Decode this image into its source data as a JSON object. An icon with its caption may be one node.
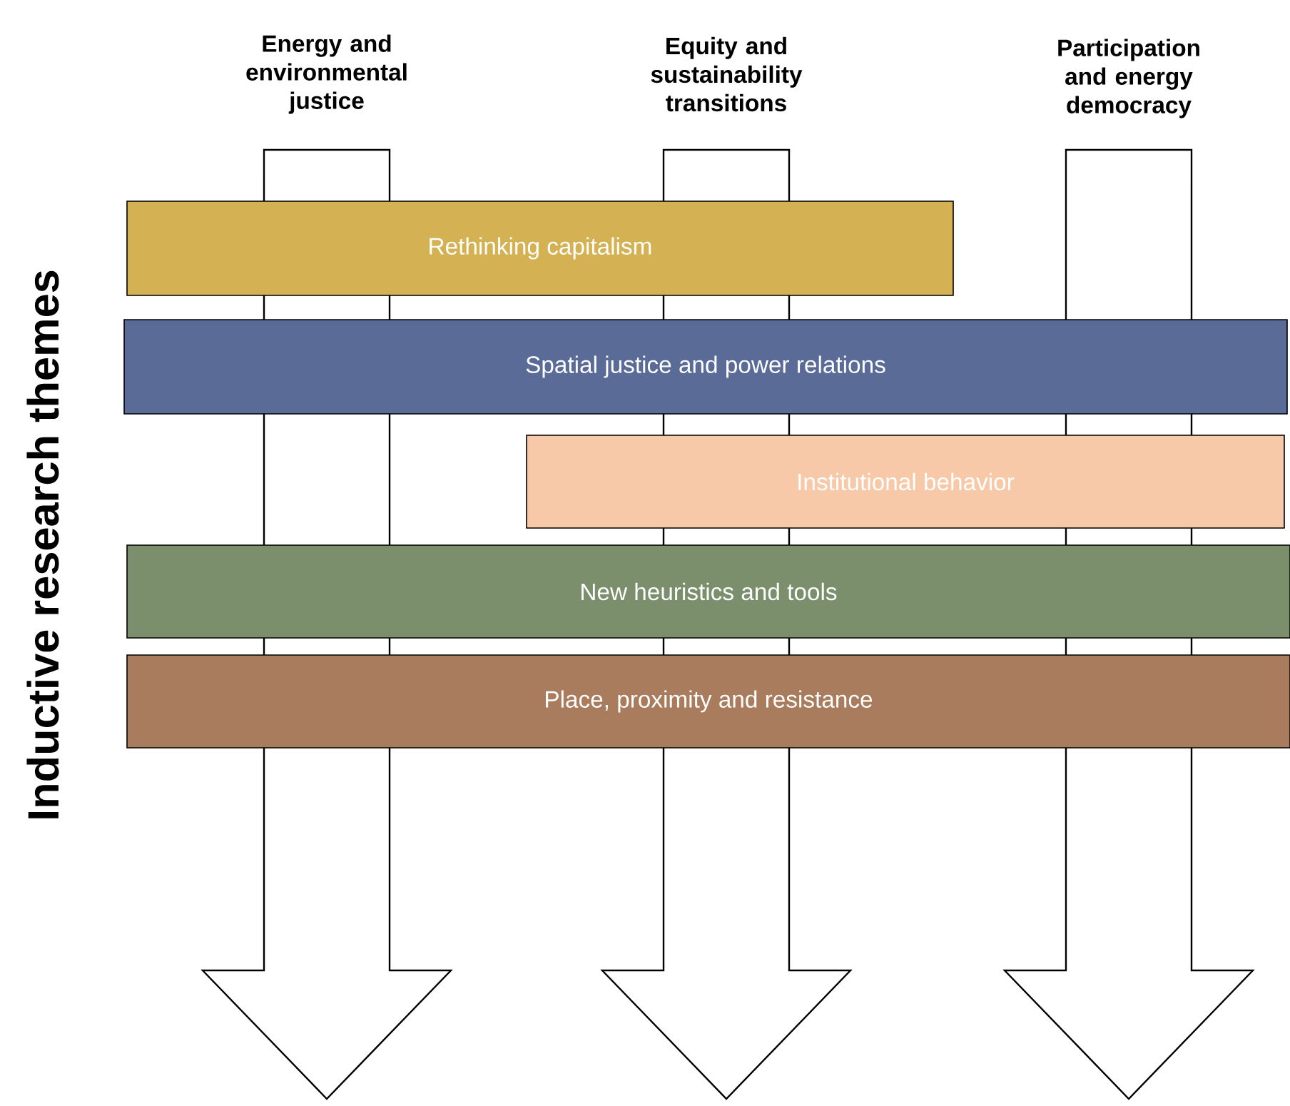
{
  "diagram": {
    "nodes": [
      {
        "text": [
          "Energy and environmental justice"
        ]
      },
      {
        "text": [
          "Equity and sustainability transitions"
        ]
      },
      {
        "text": [
          "Participation and energy democracy"
        ]
      },
      {
        "text": [
          "Rethinking capitalism"
        ]
      },
      {
        "text": [
          "Spatial justice and power relations"
        ]
      },
      {
        "text": [
          "Institutional behavior"
        ]
      },
      {
        "text": [
          "New heuristics and tools"
        ]
      },
      {
        "text": [
          "Place, proximity and resistance"
        ]
      }
    ],
    "labels": [
      "Inductive research themes"
    ]
  }
}
